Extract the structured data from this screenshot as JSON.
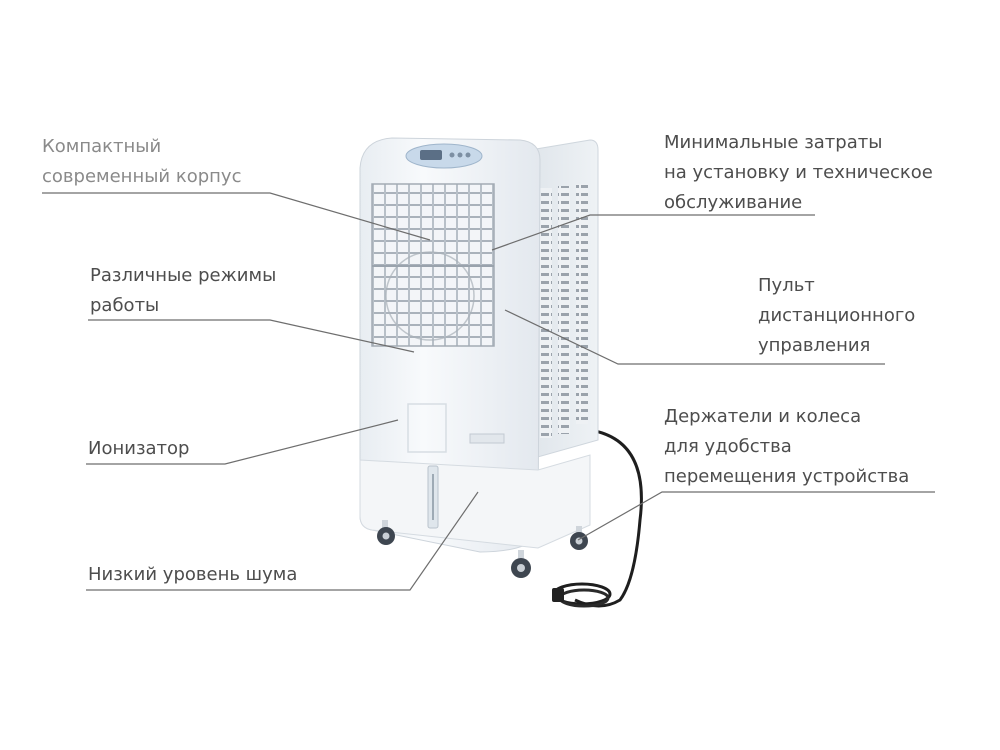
{
  "features": {
    "compact_body": {
      "lines": [
        "Компактный",
        "современный корпус"
      ]
    },
    "modes": {
      "lines": [
        "Различные режимы",
        "работы"
      ]
    },
    "ionizer": {
      "lines": [
        "Ионизатор"
      ]
    },
    "low_noise": {
      "lines": [
        "Низкий уровень шума"
      ]
    },
    "min_costs": {
      "lines": [
        "Минимальные затраты",
        "на установку и техническое",
        "обслуживание"
      ]
    },
    "remote": {
      "lines": [
        "Пульт",
        "дистанционного",
        "управления"
      ]
    },
    "wheels": {
      "lines": [
        "Держатели и колеса",
        "для удобства",
        "перемещения устройства"
      ]
    }
  },
  "colors": {
    "label_text": "#4d4d4d",
    "faded_text": "#8a8a8a",
    "leader_line": "#6e6e6e",
    "unit_body": "#f1f4f7",
    "unit_shadow": "#d9dee4",
    "panel_accent": "#bfd3e6"
  }
}
